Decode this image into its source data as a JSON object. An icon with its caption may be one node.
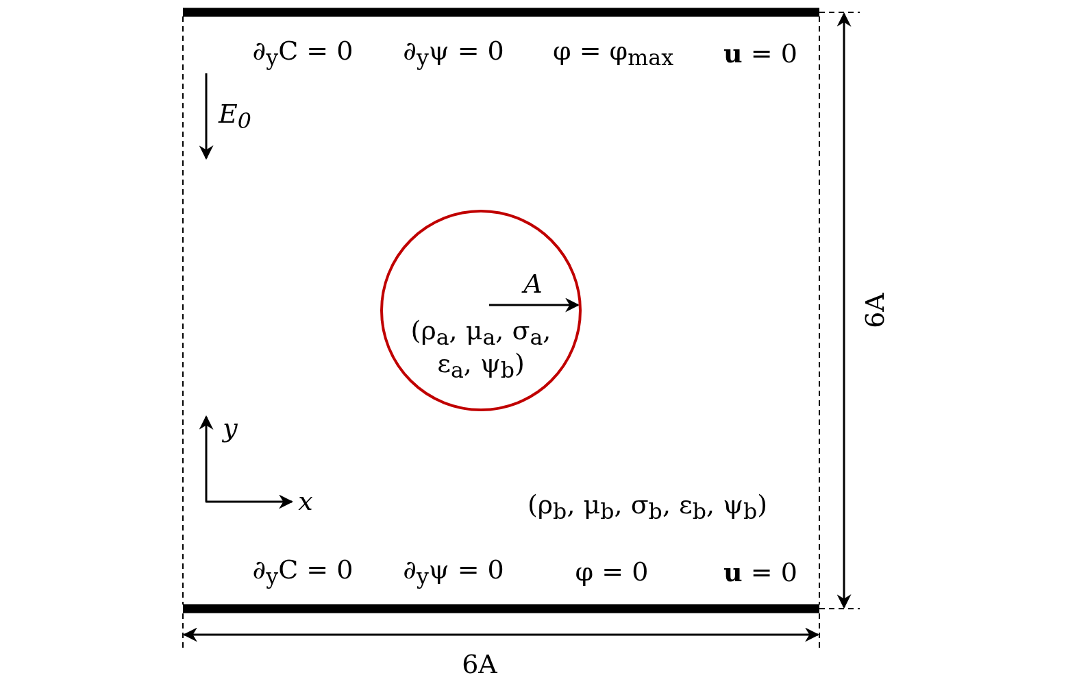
{
  "diagram": {
    "nodes": [
      {
        "text": [
          "(ρ$_{a}$, μ$_{a}$, σ$_{a}$, ε$_{a}$, ψ$_{b}$)"
        ]
      }
    ],
    "labels": [
      "∂$_{y}$C = 0",
      "∂$_{y}$ψ = 0",
      "φ = φ$_{max}$",
      "**u** = 0",
      "E$_{0}$",
      "A",
      "6A",
      "y",
      "x",
      "(ρ$_{b}$, μ$_{b}$, σ$_{b}$, ε$_{b}$, ψ$_{b}$)",
      "∂$_{y}$C = 0",
      "∂$_{y}$ψ = 0",
      "φ = 0",
      "**u** = 0",
      "6A"
    ]
  }
}
